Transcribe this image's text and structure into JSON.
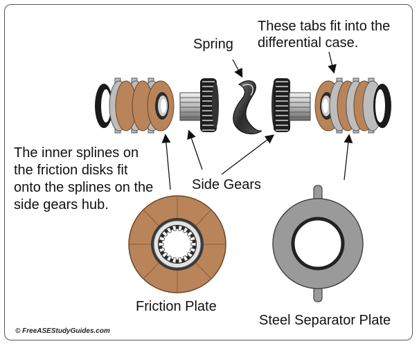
{
  "labels": {
    "tabs_note": "These tabs fit into the\ndifferential case.",
    "spring": "Spring",
    "splines_note": "The inner splines on\nthe friction disks fit\nonto the splines on the\nside gears hub.",
    "side_gears": "Side Gears",
    "friction_plate": "Friction Plate",
    "steel_plate": "Steel Separator Plate"
  },
  "copyright": "© FreeASEStudyGuides.com",
  "colors": {
    "friction": "#b9845a",
    "friction_dark": "#8a5c36",
    "steel": "#9a9a9a",
    "steel_light": "#d2d2d2",
    "black": "#1a1a1a"
  }
}
